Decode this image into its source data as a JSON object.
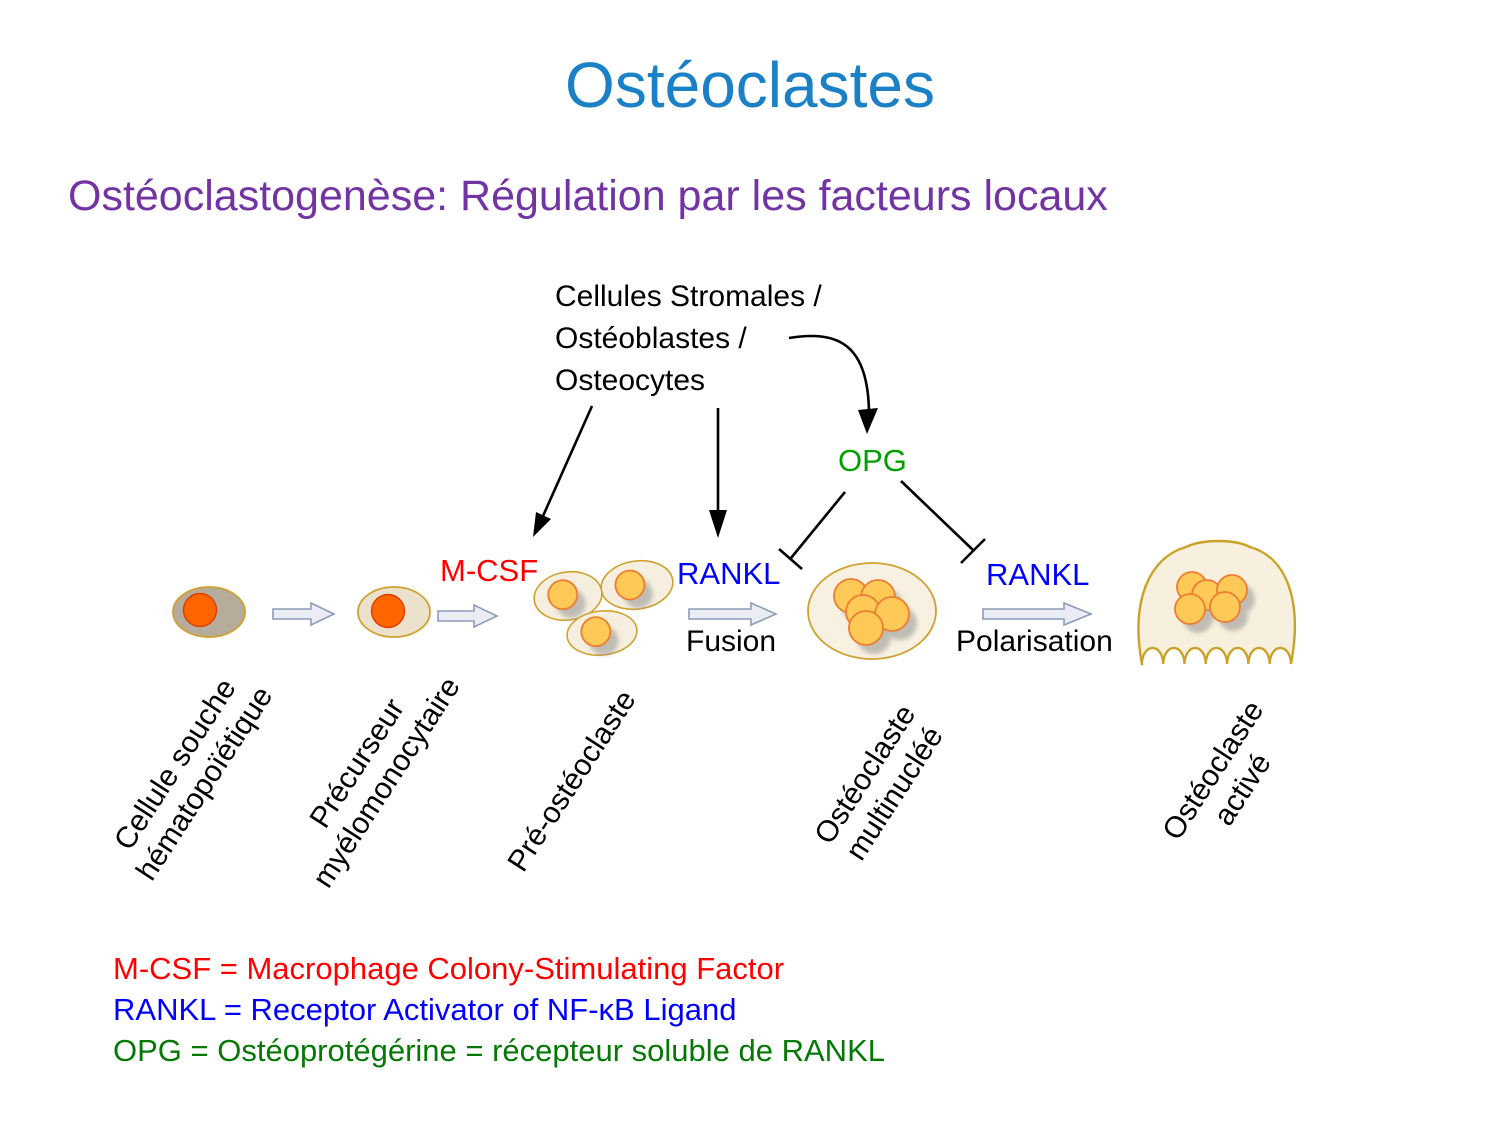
{
  "title": "Ostéoclastes",
  "subtitle": "Ostéoclastogenèse: Régulation par les facteurs locaux",
  "diagram": {
    "source_cells": {
      "line1": "Cellules Stromales /",
      "line2": "Ostéoblastes /",
      "line3": "Osteocytes"
    },
    "factors": {
      "opg": "OPG",
      "mcsf": "M-CSF",
      "rankl_fusion": "RANKL",
      "rankl_polarisation": "RANKL"
    },
    "processes": {
      "fusion": "Fusion",
      "polarisation": "Polarisation"
    },
    "stages": [
      {
        "line1": "Cellule souche",
        "line2": "hématopoïétique"
      },
      {
        "line1": "Précurseur",
        "line2": "myélomonocytaire"
      },
      {
        "line1": "Pré-ostéoclaste",
        "line2": ""
      },
      {
        "line1": "Ostéoclaste",
        "line2": "multinucléé"
      },
      {
        "line1": "Ostéoclaste",
        "line2": "activé"
      }
    ]
  },
  "legend": {
    "mcsf": {
      "text": "M-CSF = Macrophage Colony-Stimulating Factor",
      "color": "#ff0000"
    },
    "rankl": {
      "text": "RANKL = Receptor Activator of NF-κB Ligand",
      "color": "#0000ff"
    },
    "opg": {
      "text": "OPG = Ostéoprotégérine = récepteur soluble de RANKL",
      "color": "#067806"
    }
  },
  "colors": {
    "title_blue": "#1b80c6",
    "subtitle_purple": "#7233a3",
    "mcsf_red": "#ff0000",
    "rankl_blue": "#0000ff",
    "opg_green": "#00a000",
    "legend_green": "#067806",
    "cell_outline_gold": "#cfa22f",
    "stem_cell_body": "#b5ac9b",
    "precursor_body": "#ebe1cc",
    "osteoclast_body": "#f7f0de",
    "nucleus_orange": "#ff6600",
    "nucleus_yellow": "#ffc957",
    "nucleus_yellow_outline": "#ed7d31",
    "block_arrow_fill": "#eaedf4",
    "block_arrow_outline": "#8c9cb8"
  }
}
